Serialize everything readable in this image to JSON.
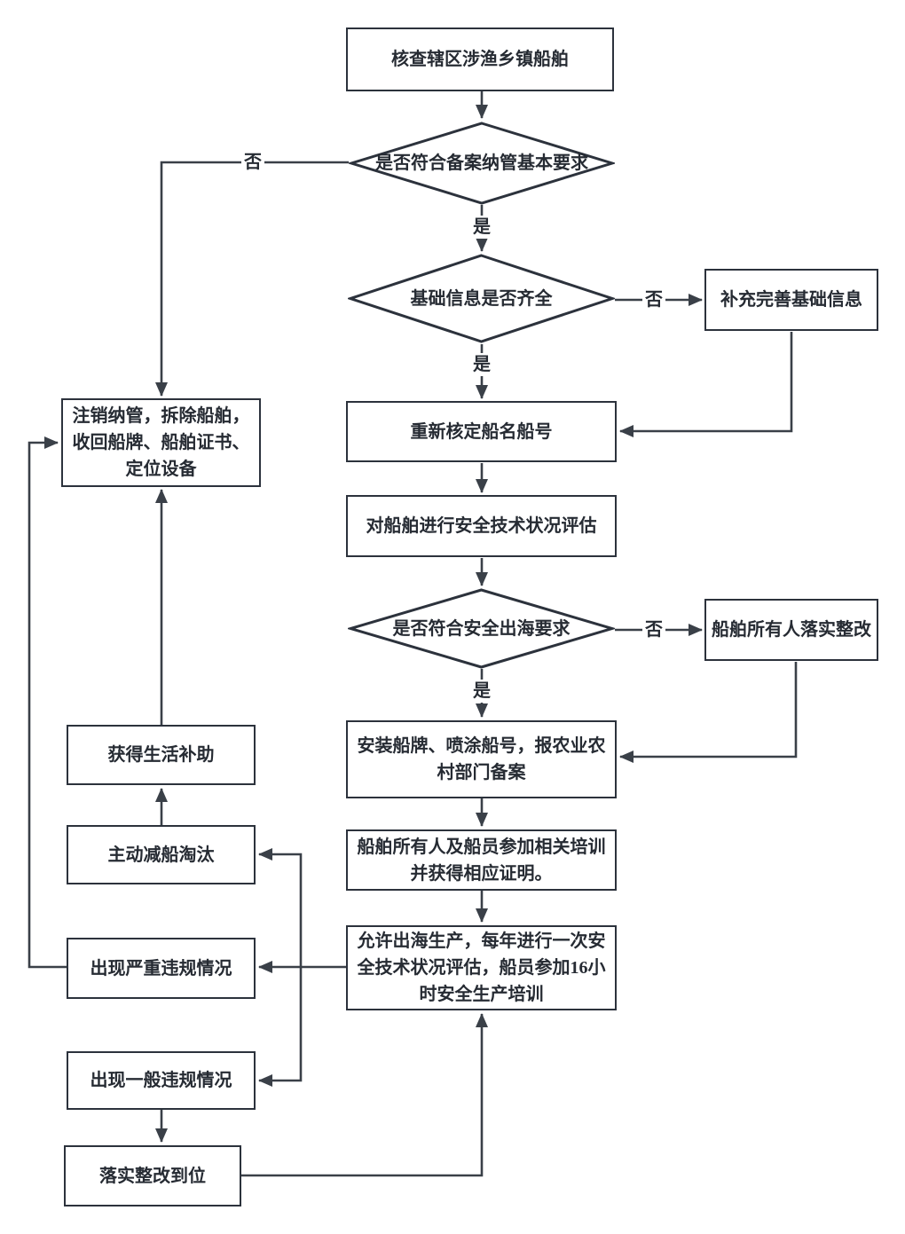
{
  "colors": {
    "border": "#2c323c",
    "line": "#3a4048",
    "text": "#262b33",
    "node_fill": "#ffffff",
    "background": "#ffffff"
  },
  "labels": {
    "yes": "是",
    "no": "否"
  },
  "nodes": {
    "inspect": {
      "label": "核查辖区涉渔乡镇船舶",
      "type": "process"
    },
    "check_filing": {
      "label": "是否符合备案纳管基本要求",
      "type": "decision"
    },
    "info_complete": {
      "label": "基础信息是否齐全",
      "type": "decision"
    },
    "supplement": {
      "label": "补充完善基础信息",
      "type": "process"
    },
    "deregister": {
      "label": "注销纳管，拆除船舶，\n收回船牌、船舶证书、\n定位设备",
      "type": "process"
    },
    "rename": {
      "label": "重新核定船名船号",
      "type": "process"
    },
    "assess": {
      "label": "对船舶进行安全技术状况评估",
      "type": "process"
    },
    "safety_ok": {
      "label": "是否符合安全出海要求",
      "type": "decision"
    },
    "owner_rectify": {
      "label": "船舶所有人落实整改",
      "type": "process"
    },
    "install": {
      "label": "安装船牌、喷涂船号，报农业农\n村部门备案",
      "type": "process"
    },
    "training": {
      "label": "船舶所有人及船员参加相关培训\n并获得相应证明。",
      "type": "process"
    },
    "produce": {
      "label": "允许出海生产，每年进行一次安\n全技术状况评估，船员参加16小\n时安全生产培训",
      "type": "process"
    },
    "subsidy": {
      "label": "获得生活补助",
      "type": "process"
    },
    "scrap": {
      "label": "主动减船淘汰",
      "type": "process"
    },
    "serious_violation": {
      "label": "出现严重违规情况",
      "type": "process"
    },
    "general_violation": {
      "label": "出现一般违规情况",
      "type": "process"
    },
    "rectified": {
      "label": "落实整改到位",
      "type": "process"
    }
  }
}
